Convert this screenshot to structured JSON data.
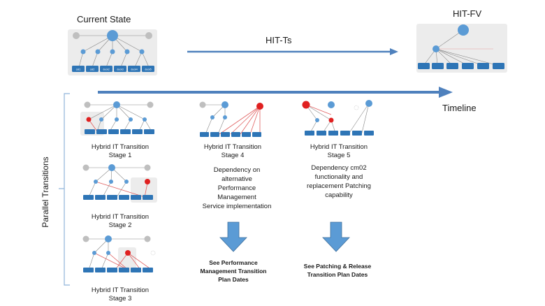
{
  "header": {
    "current_state": "Current State",
    "target_state": "HIT-FV",
    "transition": "HIT-Ts",
    "timeline": "Timeline"
  },
  "side_label": "Parallel Transitions",
  "current_state": {
    "modules": [
      "cat1",
      "cat2",
      "dock2",
      "dock3",
      "dock4",
      "dock5"
    ]
  },
  "stages": [
    {
      "line1": "Hybrid IT Transition",
      "line2": "Stage 1"
    },
    {
      "line1": "Hybrid IT Transition",
      "line2": "Stage 2"
    },
    {
      "line1": "Hybrid IT Transition",
      "line2": "Stage 3"
    },
    {
      "line1": "Hybrid IT Transition",
      "line2": "Stage 4"
    },
    {
      "line1": "Hybrid IT Transition",
      "line2": "Stage 5"
    }
  ],
  "dependencies": {
    "stage4": [
      "Dependency on",
      "alternative",
      "Performance",
      "Management",
      "Service implementation"
    ],
    "stage5": [
      "Dependency cm02",
      "functionality and",
      "replacement Patching",
      "capability"
    ]
  },
  "references": {
    "performance": [
      "See Performance",
      "Management Transition",
      "Plan Dates"
    ],
    "patching": [
      "See Patching & Release",
      "Transition Plan Dates"
    ]
  },
  "colors": {
    "arrow": "#4f81bd",
    "node": "#5b9bd5",
    "node_gray": "#bfbfbf",
    "node_red": "#e02020",
    "module": "#2e75b6",
    "panel": "#ececec"
  }
}
